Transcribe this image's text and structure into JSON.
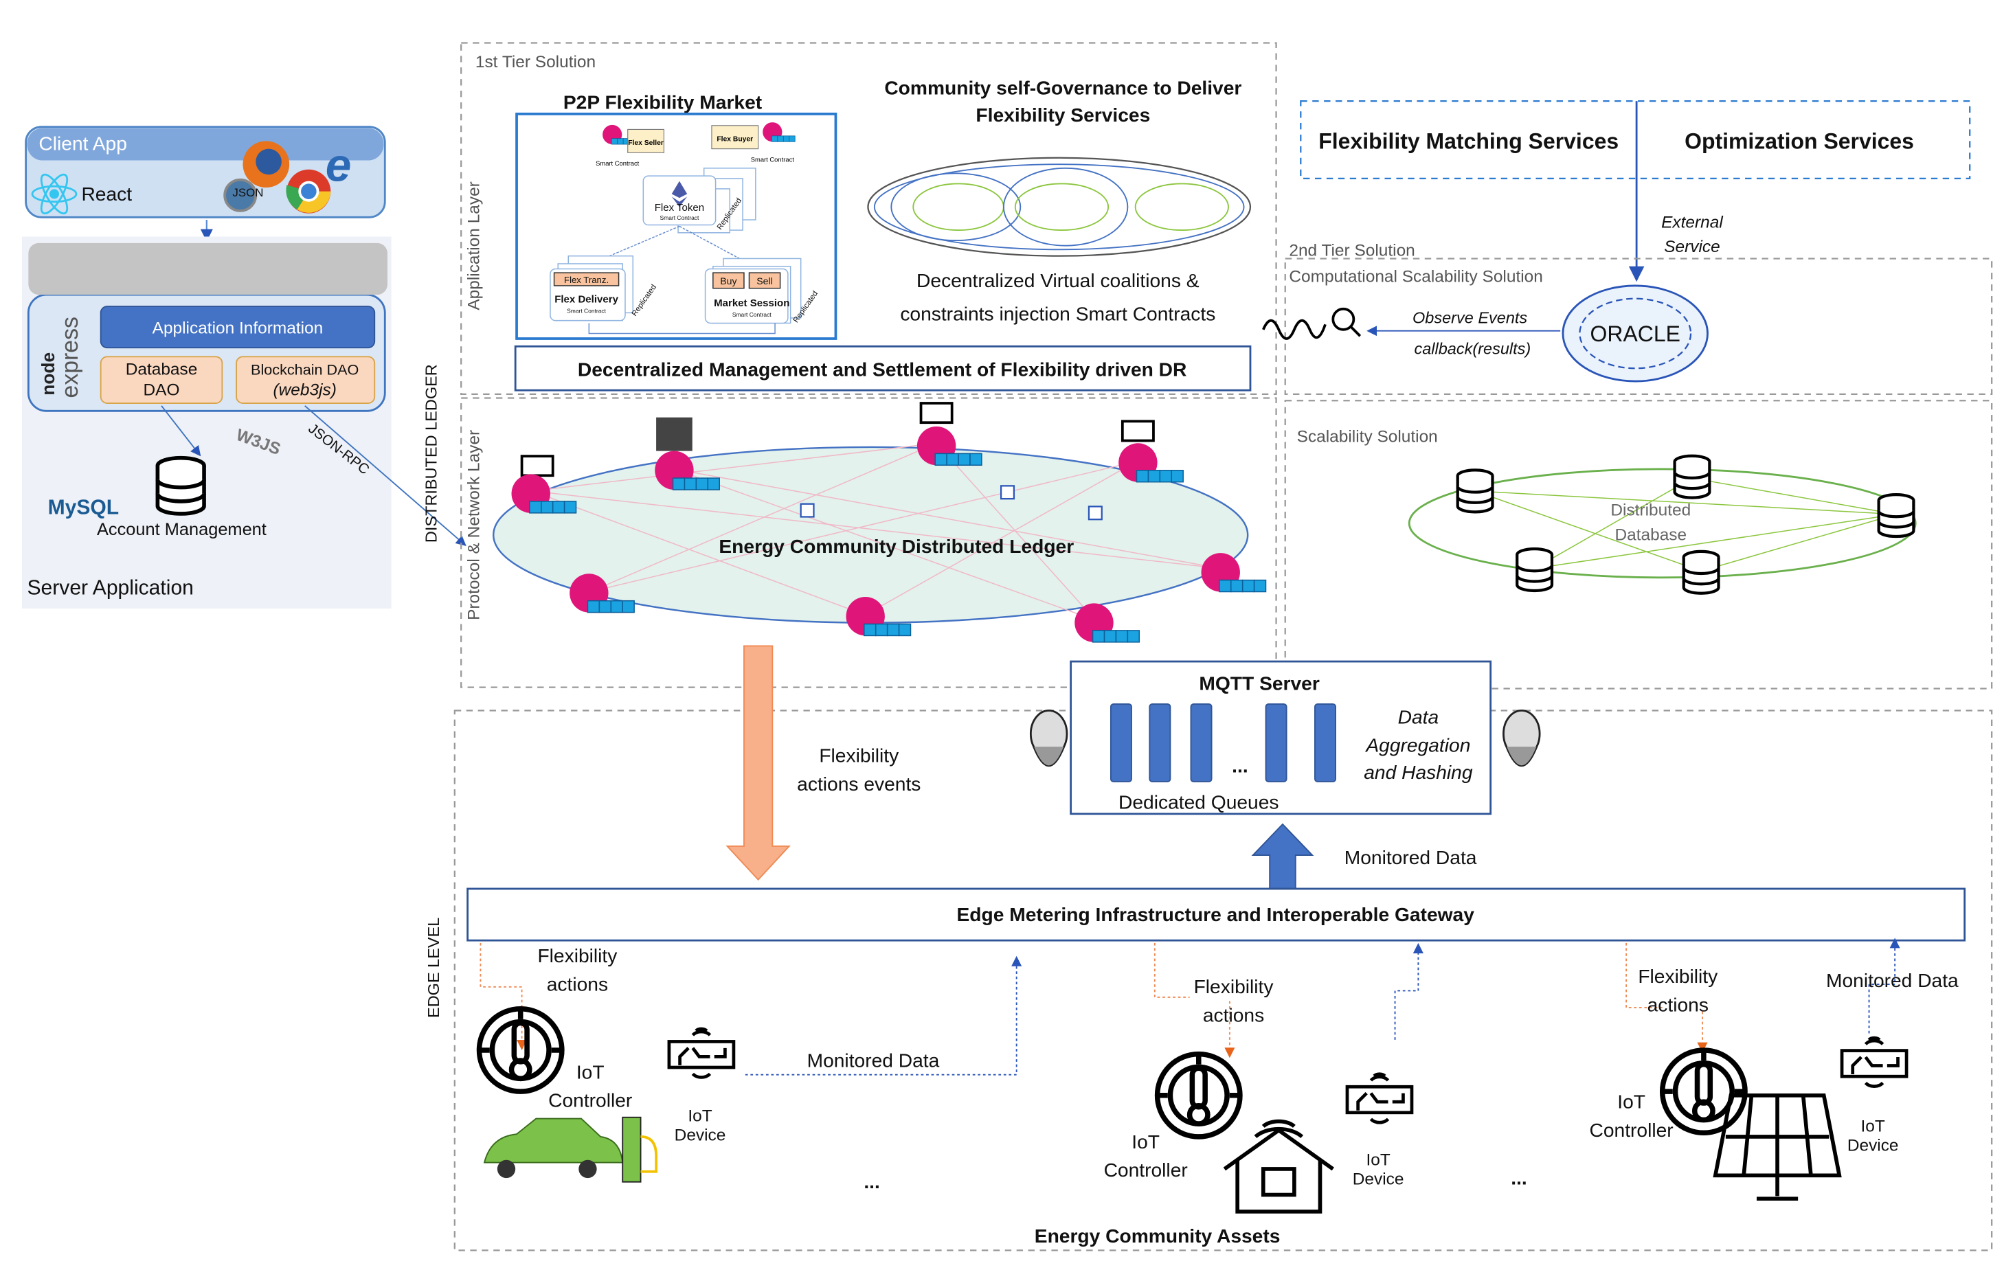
{
  "client": {
    "title": "Client App",
    "framework": "React",
    "json_label": "JSON"
  },
  "server": {
    "app_info": "Application Information",
    "db_dao_1": "Database",
    "db_dao_2": "DAO",
    "bc_dao_1": "Blockchain DAO",
    "bc_dao_2": "(web3js)",
    "node_logo": "node",
    "express_logo": "express",
    "mysql_logo": "MySQL",
    "w3js_logo": "W3JS",
    "account": "Account Management",
    "title": "Server Application",
    "json_rpc": "JSON-RPC"
  },
  "side_labels": {
    "distributed_ledger": "DISTRIBUTED LEDGER",
    "application_layer": "Application Layer",
    "network_layer": "Protocol & Network Layer",
    "edge_level": "EDGE LEVEL"
  },
  "tier1": {
    "label": "1st Tier Solution",
    "p2p_title": "P2P Flexibility Market",
    "flex_seller": "Flex Seller",
    "flex_buyer": "Flex Buyer",
    "smart_contract": "Smart Contract",
    "flex_token": "Flex Token",
    "flex_tranz": "Flex Tranz.",
    "flex_delivery": "Flex Delivery",
    "buy": "Buy",
    "sell": "Sell",
    "market_session": "Market Session",
    "replicated": "Replicated",
    "community_title_1": "Community self-Governance to Deliver",
    "community_title_2": "Flexibility Services",
    "coalitions_1": "Decentralized  Virtual coalitions &",
    "coalitions_2": "constraints injection Smart Contracts",
    "settlement": "Decentralized Management and Settlement of Flexibility driven DR"
  },
  "ledger": {
    "title": "Energy Community Distributed Ledger"
  },
  "services": {
    "matching": "Flexibility Matching Services",
    "optimization": "Optimization Services",
    "external_1": "External",
    "external_2": "Service"
  },
  "tier2": {
    "label": "2nd Tier Solution",
    "computational": "Computational Scalability Solution",
    "oracle": "ORACLE",
    "observe": "Observe Events",
    "callback": "callback(results)"
  },
  "scalability": {
    "label": "Scalability Solution",
    "db_1": "Distributed",
    "db_2": "Database"
  },
  "mqtt": {
    "title": "MQTT Server",
    "queues": "Dedicated Queues",
    "ellipsis": "...",
    "agg_1": "Data",
    "agg_2": "Aggregation",
    "agg_3": "and Hashing"
  },
  "edge": {
    "flex_events_1": "Flexibility",
    "flex_events_2": "actions events",
    "monitored": "Monitored Data",
    "gateway": "Edge Metering Infrastructure and Interoperable Gateway",
    "flex_actions_1": "Flexibility",
    "flex_actions_2": "actions",
    "iot": "IoT",
    "controller": "Controller",
    "device": "Device",
    "ellipsis": "...",
    "assets": "Energy Community Assets"
  },
  "colors": {
    "blue": "#4472c4",
    "orange": "#f4a57a",
    "pink": "#e0157a",
    "cyan": "#1aa3e0",
    "green": "#7cc24a",
    "ledger_fill": "#e3f2ec"
  }
}
